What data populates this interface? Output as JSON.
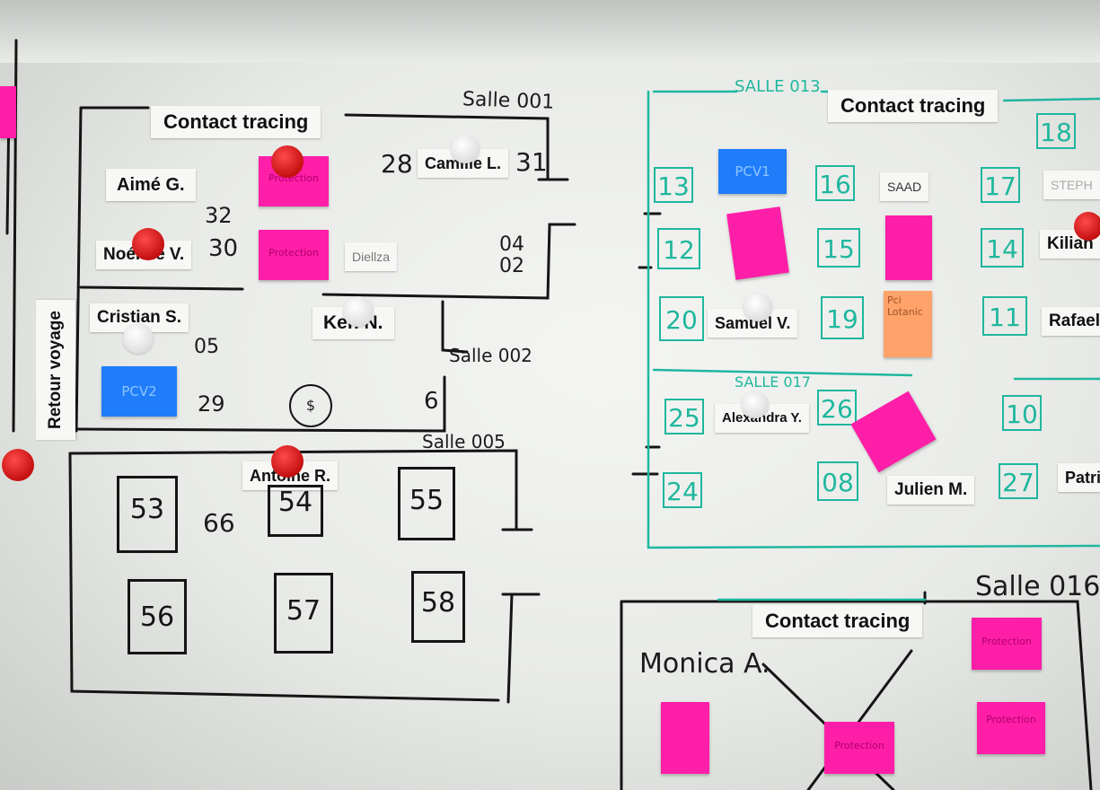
{
  "left_plan": {
    "room_label": "Salle 001",
    "contact_title": "Contact tracing",
    "room_002": "Salle 002",
    "room_005": "Salle 005",
    "side_label": "Retour voyage",
    "names": {
      "aime": "Aimé G.",
      "camille": "Camille L.",
      "noemie": "Noémie V.",
      "cristian": "Cristian S.",
      "ken": "Ken N.",
      "antoine": "Antoine R.",
      "diellza": "Diellza"
    },
    "numbers": {
      "n28": "28",
      "n31": "31",
      "n32": "32",
      "n30": "30",
      "n04": "04",
      "n02": "02",
      "n05": "05",
      "n29": "29",
      "n6": "6",
      "n66": "66"
    },
    "seats": [
      "53",
      "54",
      "55",
      "56",
      "57",
      "58"
    ],
    "notes": {
      "pink_top": "Protection",
      "pink_mid": "Protection",
      "blue_note": "PCV2"
    }
  },
  "right_plan": {
    "room_label": "SALLE 013",
    "room_017": "SALLE 017",
    "contact_title": "Contact tracing",
    "boxes": [
      "18",
      "13",
      "16",
      "17",
      "12",
      "15",
      "14",
      "20",
      "19",
      "11",
      "25",
      "26",
      "10",
      "24",
      "08",
      "27"
    ],
    "names": {
      "saad": "SAAD",
      "stephane": "STEPH",
      "kilian": "Kilian",
      "samuel": "Samuel V.",
      "rafaela": "Rafaela",
      "alexandra": "Alexandra Y.",
      "julien": "Julien M.",
      "patri": "Patri"
    },
    "notes": {
      "blue_note": "PCV1",
      "orange_note": "Pci Lotanic"
    }
  },
  "bottom_plan": {
    "room_label": "Salle 016",
    "contact_title": "Contact tracing",
    "name_monica": "Monica A.",
    "notes": {
      "pink_1": "Protection",
      "pink_2": "Protection",
      "pink_3": "Protection"
    }
  },
  "colors": {
    "board": "#eef0ed",
    "ink_black": "#151515",
    "ink_teal": "#1fb79e",
    "note_pink": "#ff1ea7",
    "note_blue": "#1f7dfa",
    "note_orange": "#ffa36a",
    "magnet_red": "#d41a1a",
    "magnet_white": "#f2f2f2"
  }
}
